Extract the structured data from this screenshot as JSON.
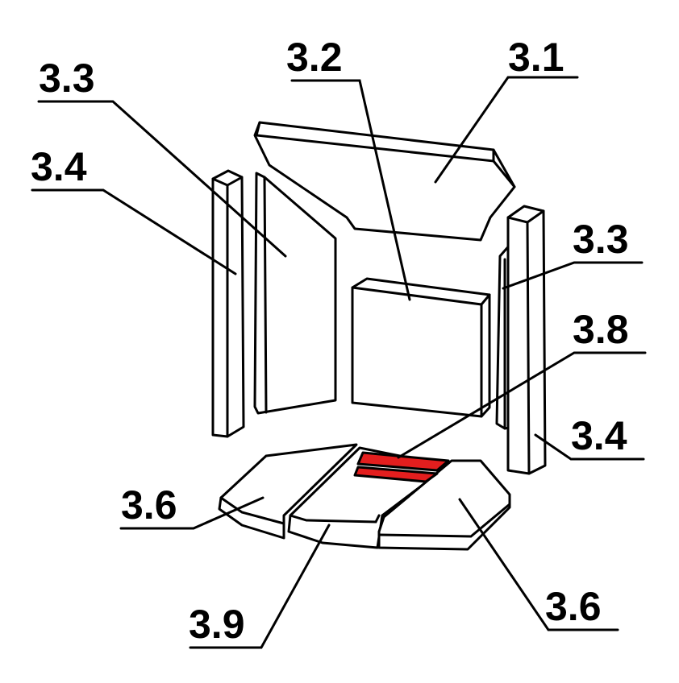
{
  "callouts": [
    {
      "id": "top-3-1",
      "text": "3.1"
    },
    {
      "id": "top-3-2",
      "text": "3.2"
    },
    {
      "id": "top-3-3-left",
      "text": "3.3"
    },
    {
      "id": "left-3-4",
      "text": "3.4"
    },
    {
      "id": "right-3-3",
      "text": "3.3"
    },
    {
      "id": "right-3-8",
      "text": "3.8"
    },
    {
      "id": "right-3-4",
      "text": "3.4"
    },
    {
      "id": "left-3-6",
      "text": "3.6"
    },
    {
      "id": "bottom-3-9",
      "text": "3.9"
    },
    {
      "id": "right-3-6",
      "text": "3.6"
    }
  ],
  "colors": {
    "outline": "#000000",
    "background": "#ffffff",
    "highlight_part": "#e31e1e"
  }
}
